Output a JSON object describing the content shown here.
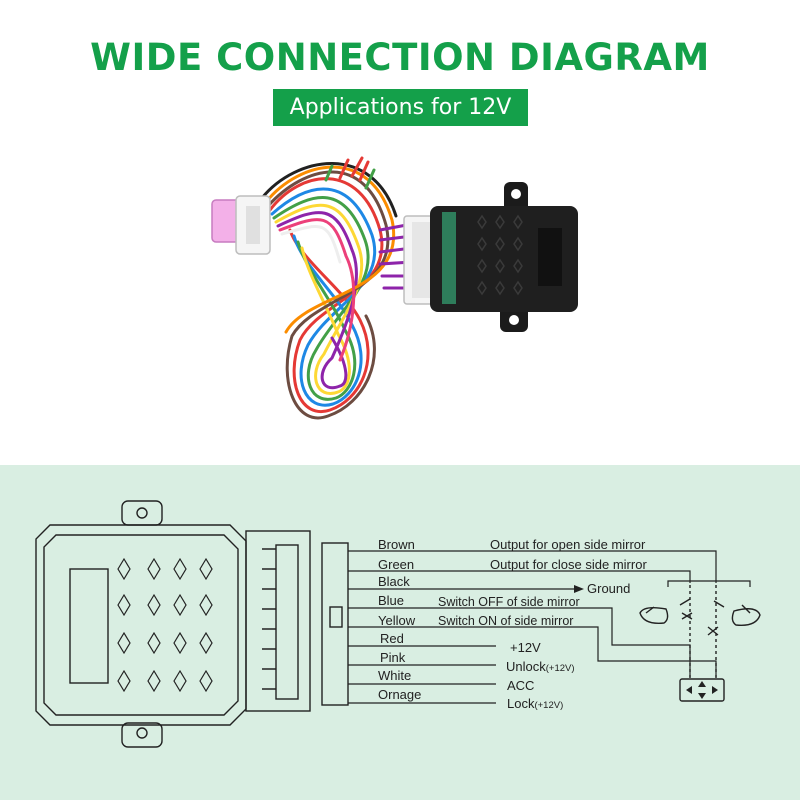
{
  "header": {
    "title": "WIDE CONNECTION DIAGRAM",
    "subtitle": "Applications for 12V"
  },
  "wires": [
    {
      "color": "Brown",
      "function": "Output for open side mirror"
    },
    {
      "color": "Green",
      "function": "Output for close side mirror"
    },
    {
      "color": "Black",
      "function": "Ground"
    },
    {
      "color": "Blue",
      "function": "Switch OFF of side mirror"
    },
    {
      "color": "Yellow",
      "function": "Switch ON of side mirror"
    },
    {
      "color": "Red",
      "function": "+12V"
    },
    {
      "color": "Pink",
      "function": "Unlock",
      "suffix": "(+12V)"
    },
    {
      "color": "White",
      "function": "ACC"
    },
    {
      "color": "Ornage",
      "function": "Lock",
      "suffix": "(+12V)"
    }
  ],
  "colors": {
    "brand_green": "#14a04a",
    "diagram_background": "#d9eee2",
    "line": "#222222"
  }
}
